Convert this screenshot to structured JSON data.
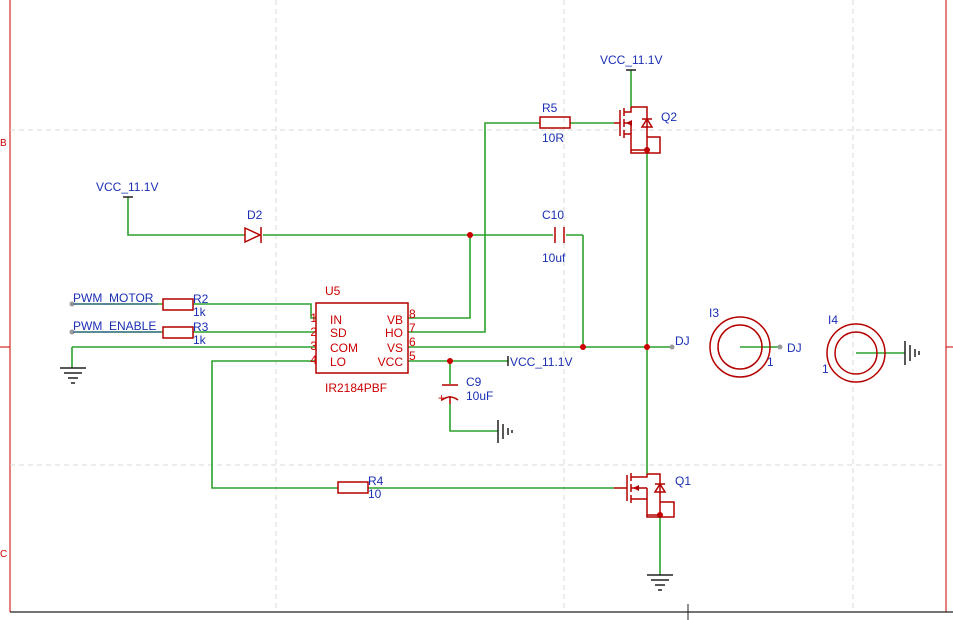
{
  "frame": {
    "zone_b": "B",
    "zone_c": "C"
  },
  "nets": {
    "vcc_top": "VCC_11.1V",
    "vcc_left": "VCC_11.1V",
    "vcc_right": "VCC_11.1V",
    "pwm_motor": "PWM_MOTOR",
    "pwm_enable": "PWM_ENABLE",
    "dj_main": "DJ",
    "dj_i3": "DJ"
  },
  "components": {
    "r5": {
      "ref": "R5",
      "value": "10R"
    },
    "q2": {
      "ref": "Q2"
    },
    "d2": {
      "ref": "D2"
    },
    "c10": {
      "ref": "C10",
      "value": "10uf"
    },
    "r2": {
      "ref": "R2",
      "value": "1k"
    },
    "r3": {
      "ref": "R3",
      "value": "1k"
    },
    "r4": {
      "ref": "R4",
      "value": "10"
    },
    "q1": {
      "ref": "Q1"
    },
    "c9": {
      "ref": "C9",
      "value": "10uF",
      "polarity": "+"
    },
    "u5": {
      "ref": "U5",
      "part": "IR2184PBF",
      "pins_left": [
        {
          "num": "1",
          "name": "IN"
        },
        {
          "num": "2",
          "name": "SD"
        },
        {
          "num": "3",
          "name": "COM"
        },
        {
          "num": "4",
          "name": "LO"
        }
      ],
      "pins_right": [
        {
          "num": "8",
          "name": "VB"
        },
        {
          "num": "7",
          "name": "HO"
        },
        {
          "num": "6",
          "name": "VS"
        },
        {
          "num": "5",
          "name": "VCC"
        }
      ]
    },
    "i3": {
      "ref": "I3",
      "pin": "1"
    },
    "i4": {
      "ref": "I4",
      "pin": "1"
    }
  },
  "icons": [
    "ground-icon",
    "junction-dot",
    "resistor",
    "capacitor",
    "diode",
    "mosfet",
    "test-point"
  ],
  "colors": {
    "wire": "#2ca02c",
    "component": "#b40000",
    "net_label": "#1a2fb3",
    "junction": "#cc0000"
  }
}
